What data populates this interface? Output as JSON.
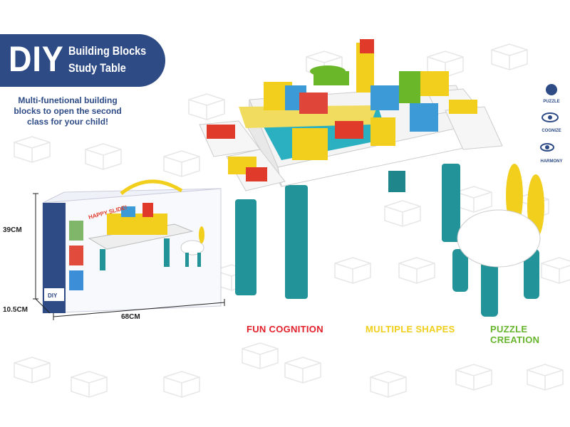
{
  "header": {
    "logo": "DIY",
    "title_line1": "Building Blocks",
    "title_line2": "Study Table"
  },
  "tagline": "Multi-funetional building blocks to open the second class for your child!",
  "dimensions": {
    "height": "39CM",
    "depth": "10.5CM",
    "width": "68CM"
  },
  "features": [
    {
      "label": "FUN COGNITION",
      "color": "#e3202a"
    },
    {
      "label": "MULTIPLE SHAPES",
      "color": "#f0cf1c"
    },
    {
      "label": "PUZZLE CREATION",
      "color": "#66b42c"
    }
  ],
  "side_icons": [
    {
      "icon": "head-puzzle-icon",
      "label": "PUZZLE"
    },
    {
      "icon": "eye-cognize-icon",
      "label": "COGNIZE"
    },
    {
      "icon": "eye-hand-icon",
      "label": "HARMONY"
    }
  ],
  "box": {
    "slogan": "HAPPY SLIDE!",
    "logo": "DIY"
  },
  "colors": {
    "navy": "#2e4b86",
    "teal": "#23939a",
    "yellow": "#f2cf1d"
  }
}
